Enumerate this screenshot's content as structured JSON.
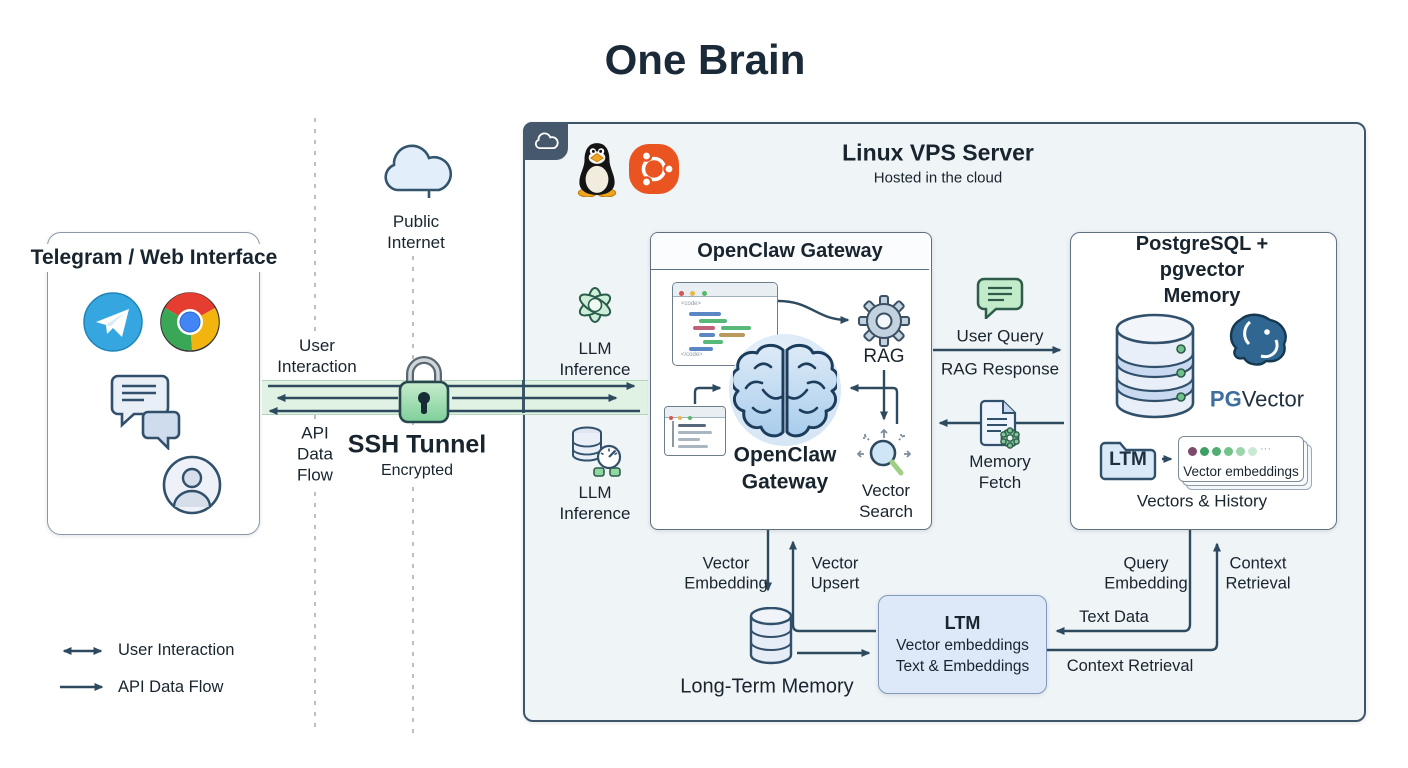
{
  "title": "One Brain",
  "left_panel": {
    "title": "Telegram / Web Interface"
  },
  "internet": {
    "label": [
      "Public",
      "Internet"
    ]
  },
  "tunnel": {
    "user_interaction": [
      "User",
      "Interaction"
    ],
    "api_data_flow": [
      "API",
      "Data",
      "Flow"
    ],
    "title": "SSH Tunnel",
    "subtitle": "Encrypted"
  },
  "vps": {
    "title": "Linux VPS Server",
    "subtitle": "Hosted in the cloud"
  },
  "llm_inference_top": [
    "LLM",
    "Inference"
  ],
  "llm_inference_bottom": [
    "LLM",
    "Inference"
  ],
  "openclaw": {
    "header": "OpenClaw Gateway",
    "center": [
      "OpenClaw",
      "Gateway"
    ],
    "rag": "RAG",
    "vector_search": [
      "Vector",
      "Search"
    ]
  },
  "flows": {
    "user_query": "User Query",
    "rag_response": "RAG Response",
    "memory_fetch": [
      "Memory",
      "Fetch"
    ],
    "vector_embedding": [
      "Vector",
      "Embedding"
    ],
    "vector_upsert": [
      "Vector",
      "Upsert"
    ],
    "query_embedding": [
      "Query",
      "Embedding"
    ],
    "text_data": "Text Data",
    "context_retrieval_vertical": [
      "Context",
      "Retrieval"
    ],
    "context_retrieval_horizontal": "Context Retrieval"
  },
  "postgres": {
    "title": [
      "PostgreSQL + pgvector",
      "Memory"
    ],
    "pg": "PG",
    "vector": "Vector",
    "folder": "LTM",
    "card": "Vector embeddings",
    "footer": "Vectors & History"
  },
  "ltm_box": {
    "title": "LTM",
    "line1": "Vector embeddings",
    "line2": "Text & Embeddings"
  },
  "long_term_memory": "Long-Term Memory",
  "legend": {
    "user_interaction": "User Interaction",
    "api_data_flow": "API Data Flow"
  },
  "icons": [
    "telegram-icon",
    "chrome-icon",
    "chat-bubbles-icon",
    "user-icon",
    "cloud-icon",
    "lock-icon",
    "tux-icon",
    "ubuntu-icon",
    "openai-icon",
    "db-gauge-icon",
    "gear-icon",
    "brain-icon",
    "magnifier-icon",
    "chat-green-icon",
    "document-gear-icon",
    "database-icon",
    "postgres-elephant-icon",
    "folder-icon",
    "embeddings-card-icon"
  ],
  "colors": {
    "arrow": "#2e4a5f",
    "band": "#e0f2e3",
    "lock_green": "#8fd7a3",
    "vps_bg": "#eff4f7",
    "box_border": "#5f7181",
    "ltm_bg": "#dde9f8",
    "ubuntu_orange": "#e95420",
    "telegram_blue": "#35a6df",
    "postgres_blue": "#2f6792",
    "openai_green": "#cdeed8"
  }
}
